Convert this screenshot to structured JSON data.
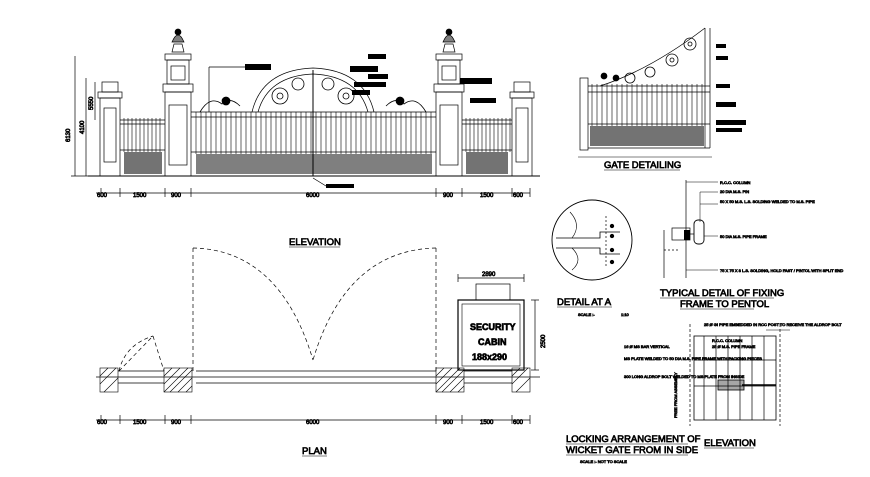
{
  "elevation_view": {
    "title": "ELEVATION",
    "dims_bottom": [
      "600",
      "1500",
      "900",
      "6000",
      "900",
      "1500",
      "600"
    ],
    "dims_side": [
      "6130",
      "4100",
      "5550"
    ]
  },
  "plan_view": {
    "title": "PLAN",
    "dims_bottom": [
      "600",
      "1500",
      "900",
      "6000",
      "900",
      "1500",
      "600"
    ],
    "cabin_lines": [
      "SECURITY",
      "CABIN",
      "188x290"
    ],
    "cabin_width_dim": "2890",
    "cabin_height_dim": "2500"
  },
  "gate_detailing": {
    "title": "GATE DETAILING"
  },
  "detail_a": {
    "title": "DETAIL AT A",
    "scale_left": "SCALE :-",
    "scale_right": "1:10"
  },
  "fixing_detail": {
    "title_lines": [
      "TYPICAL DETAIL OF FIXING",
      "FRAME TO PENTOL"
    ],
    "notes": [
      "R.C.C. COLUMN",
      "20 DIA M.S. PIN",
      "50 X 50 M.S. L.S. SOLDING WELDED TO M.S. PIPE",
      "50 DIA M.S. PIPE FRAME",
      "75 X 75 X 8 L.S. SOLDING, HOLD FAST / PINTOL WITH SPLIT END"
    ]
  },
  "locking_detail": {
    "title_lines": [
      "LOCKING ARRANGEMENT OF",
      "WICKET GATE FROM IN SIDE"
    ],
    "scale": "SCALE :- NOT TO SCALE",
    "elevation_label": "ELEVATION",
    "notes_right": [
      "25 Ø GI PIPE EMBEDDED IN RCC POST TO RECEIVE THE ALDROP BOLT",
      "R.C.C. COLUMN",
      "25 Ø M.S. PIPE FRAME"
    ],
    "notes_left": [
      "16 Ø MS BAR VERTICAL",
      "MS PLATE WELDED TO 50 DIA M.S. PIPE FRAME WITH PACKING PIECES",
      "300 LONG ALDROP BOLT WELDED TO MS PLATE FROM INSIDE"
    ],
    "side_label": "FREE FROM ASSEMBLY"
  }
}
